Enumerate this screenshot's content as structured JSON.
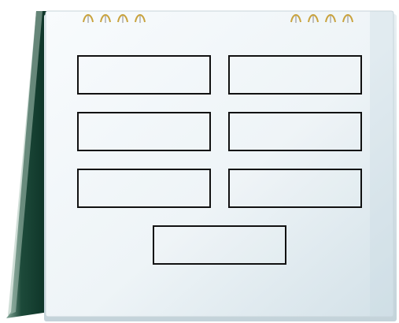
{
  "calendar": {
    "colors": {
      "back_panel": "#0f3b2c",
      "back_panel_edge": "#7a9c8e",
      "page_light": "#f6f9fb",
      "page_shade": "#d6e3ea",
      "page_border": "#c8d4da",
      "ring": "#c9a33d",
      "slot_border": "#111111"
    },
    "left_rings": {
      "icon": "spiral-binding-icon",
      "count": 4
    },
    "right_rings": {
      "icon": "spiral-binding-icon",
      "count": 4
    },
    "blank_boxes": {
      "count": 7,
      "content": ""
    }
  }
}
